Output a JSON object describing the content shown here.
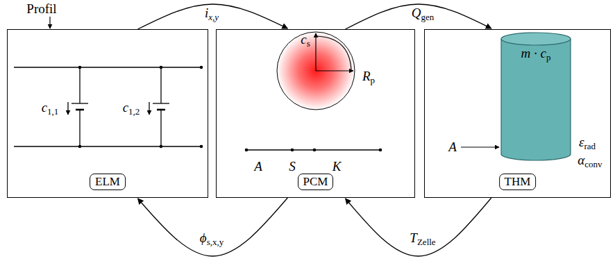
{
  "diagram": {
    "nodes": [
      {
        "text": [
          "ELM"
        ]
      },
      {
        "text": [
          "PCM"
        ]
      },
      {
        "text": [
          "THM"
        ]
      }
    ],
    "edges": [
      {
        "from": 0,
        "to": 1,
        "label": "ix,y",
        "arrow": "to"
      },
      {
        "from": 1,
        "to": 2,
        "label": "Qgen",
        "arrow": "to"
      },
      {
        "from": 1,
        "to": 0,
        "label": "ϕs,x,y",
        "arrow": "to"
      },
      {
        "from": 2,
        "to": 1,
        "label": "TZelle",
        "arrow": "to"
      }
    ],
    "labels": [
      "Profil",
      "c1,1",
      "c1,2",
      "cs",
      "Rp",
      "A",
      "S",
      "K",
      "m · cp",
      "A",
      "εrad",
      "αconv"
    ]
  }
}
